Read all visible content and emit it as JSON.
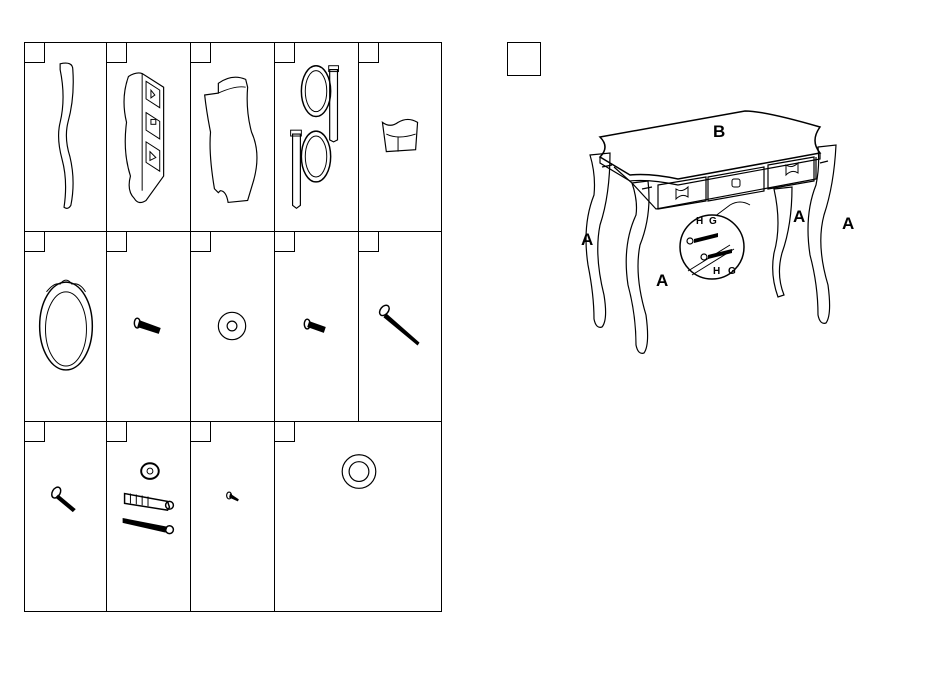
{
  "labels": {
    "top": "B",
    "leg": "A",
    "screw_h": "H",
    "washer_g": "G"
  },
  "parts": [
    {
      "row": 0,
      "col": 0,
      "icon": "curved-leg-icon"
    },
    {
      "row": 0,
      "col": 1,
      "icon": "drawer-apron-icon"
    },
    {
      "row": 0,
      "col": 2,
      "icon": "side-panel-icon"
    },
    {
      "row": 0,
      "col": 3,
      "icon": "mirror-frame-posts-icon"
    },
    {
      "row": 0,
      "col": 4,
      "icon": "drawer-box-icon"
    },
    {
      "row": 1,
      "col": 0,
      "icon": "oval-mirror-icon"
    },
    {
      "row": 1,
      "col": 1,
      "icon": "bolt-icon"
    },
    {
      "row": 1,
      "col": 2,
      "icon": "washer-icon"
    },
    {
      "row": 1,
      "col": 3,
      "icon": "short-bolt-icon"
    },
    {
      "row": 1,
      "col": 4,
      "icon": "long-screw-icon"
    },
    {
      "row": 2,
      "col": 0,
      "icon": "wood-screw-icon"
    },
    {
      "row": 2,
      "col": 1,
      "icon": "wall-anchor-kit-icon"
    },
    {
      "row": 2,
      "col": 2,
      "icon": "small-screw-icon"
    },
    {
      "row": 2,
      "col": 3,
      "icon": "large-washer-icon"
    }
  ]
}
